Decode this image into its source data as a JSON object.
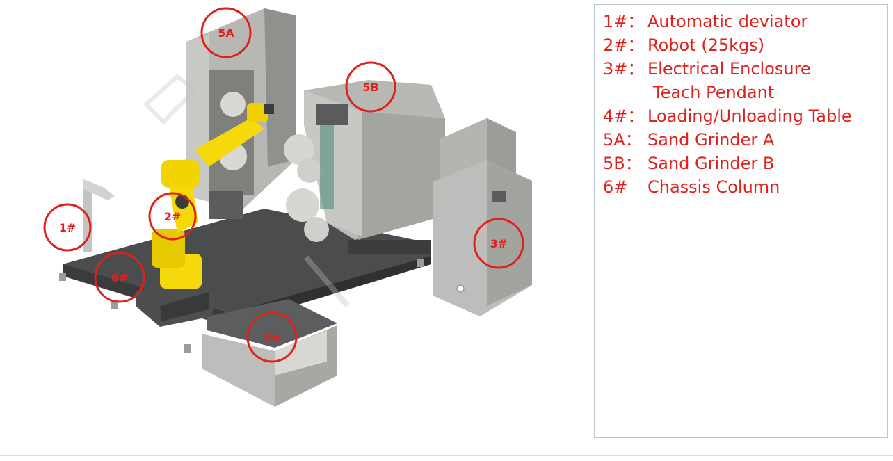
{
  "legend": {
    "items": [
      {
        "code": "1#：",
        "desc": "Automatic deviator"
      },
      {
        "code": "2#：",
        "desc": "Robot (25kgs)"
      },
      {
        "code": "3#：",
        "desc": "Electrical Enclosure"
      },
      {
        "code": "",
        "desc": "Teach Pendant"
      },
      {
        "code": "4#：",
        "desc": "Loading/Unloading Table"
      },
      {
        "code": "5A：",
        "desc": "Sand Grinder A"
      },
      {
        "code": "5B：",
        "desc": "Sand Grinder B"
      },
      {
        "code": "6#",
        "desc": "Chassis Column"
      }
    ]
  },
  "callouts": {
    "c1": "1#",
    "c2": "2#",
    "c3": "3#",
    "c4": "4#",
    "c5a": "5A",
    "c5b": "5B",
    "c6": "6#"
  },
  "colors": {
    "callout": "#e0201b",
    "robot": "#f5d90a",
    "machine_gray": "#a9aba7",
    "base_dark": "#4b4c4e"
  }
}
